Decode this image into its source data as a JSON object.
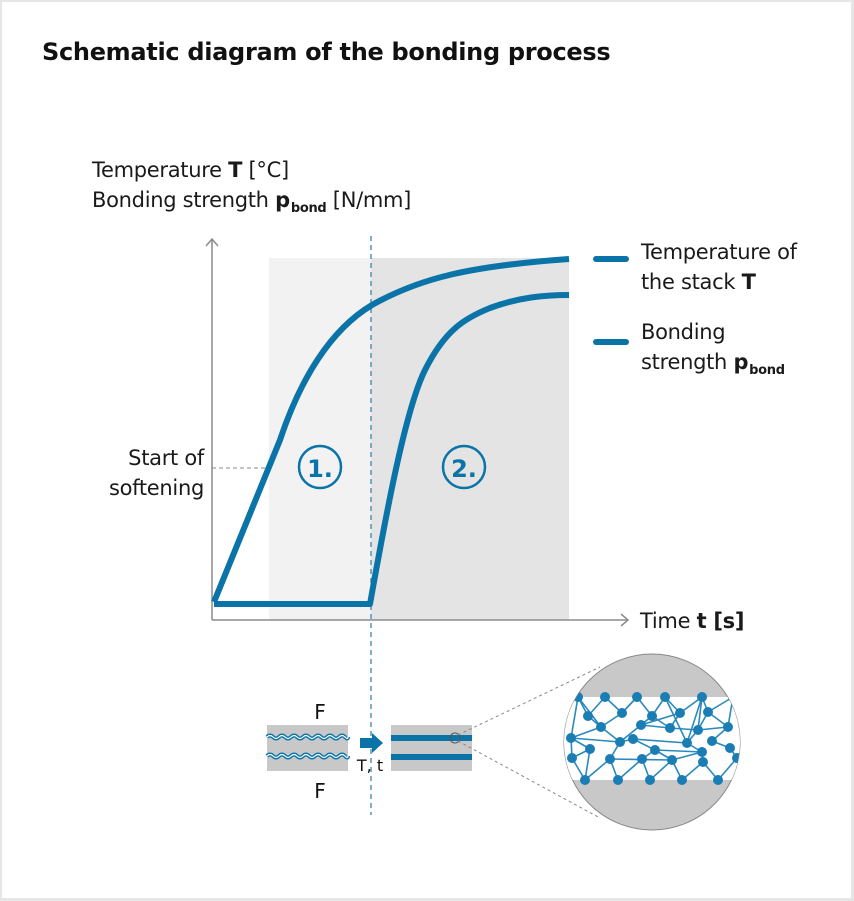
{
  "title": "Schematic diagram of the bonding process",
  "y_axis": {
    "line1_prefix": "Temperature ",
    "line1_symbol": "T",
    "line1_unit": " [°C]",
    "line2_prefix": "Bonding strength ",
    "line2_symbol": "p",
    "line2_subscript": "bond",
    "line2_unit": " [N/mm]"
  },
  "x_axis": {
    "prefix": "Time ",
    "symbol": "t [s]"
  },
  "annotation_softening": {
    "line1": "Start of",
    "line2": "softening"
  },
  "phases": [
    {
      "label": "1.",
      "shade": "#f2f2f2"
    },
    {
      "label": "2.",
      "shade": "#e4e4e4"
    }
  ],
  "legend": [
    {
      "line1": "Temperature of",
      "line2_prefix": "the stack ",
      "symbol": "T",
      "subscript": "",
      "color": "#0a73a8"
    },
    {
      "line1": "Bonding",
      "line2_prefix": "strength ",
      "symbol": "p",
      "subscript": "bond",
      "color": "#0a73a8"
    }
  ],
  "process": {
    "force_top": "F",
    "force_bottom": "F",
    "arrow_label": "T, t"
  },
  "colors": {
    "accent": "#0a73a8",
    "layer_gray": "#c8c8c8",
    "axis": "#8c8c8c"
  }
}
